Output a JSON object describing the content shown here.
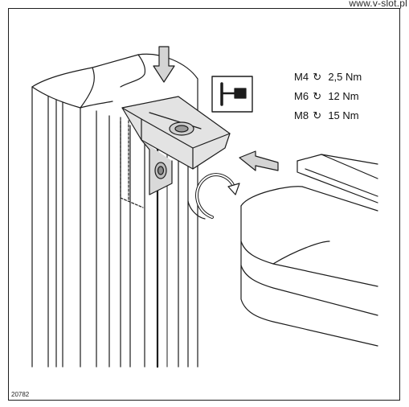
{
  "watermark": "www.v-slot.pl",
  "figure_id": "20782",
  "torque_specs": [
    {
      "size": "M4",
      "torque": "2,5 Nm"
    },
    {
      "size": "M6",
      "torque": "12 Nm"
    },
    {
      "size": "M8",
      "torque": "15 Nm"
    }
  ],
  "icons": {
    "rotation": "clockwise-rotation-icon",
    "arrow_down": "arrow-down-icon",
    "arrow_left": "arrow-left-icon",
    "t_connector": "t-connector-symbol-icon"
  }
}
